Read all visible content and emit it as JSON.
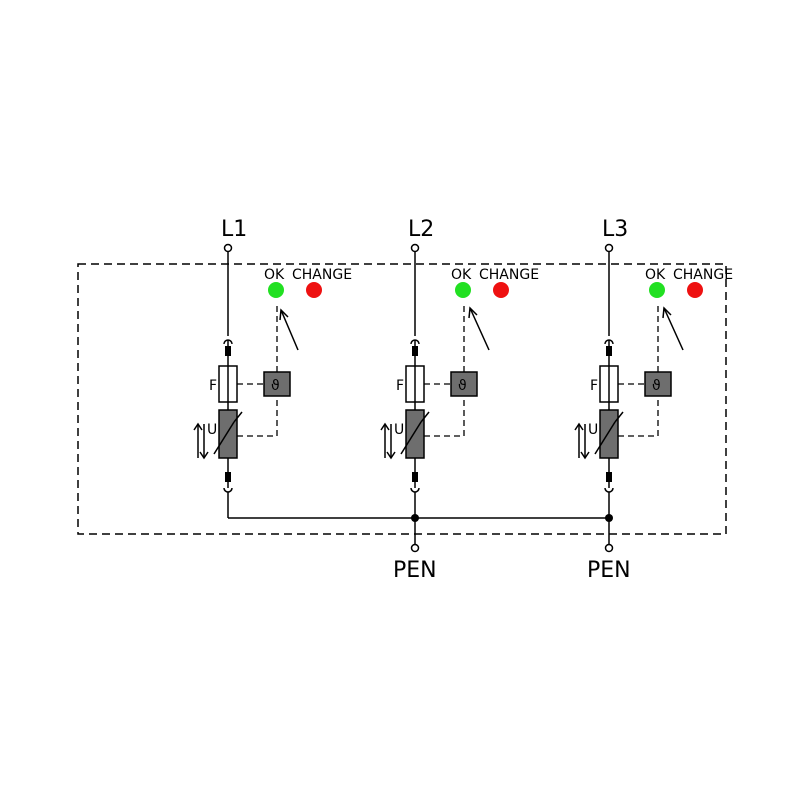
{
  "diagram": {
    "phases": [
      {
        "terminal_label": "L1",
        "fuse_label": "F",
        "varistor_label": "U",
        "thermal_symbol": "ϑ",
        "ok_label": "OK",
        "change_label": "CHANGE"
      },
      {
        "terminal_label": "L2",
        "fuse_label": "F",
        "varistor_label": "U",
        "thermal_symbol": "ϑ",
        "ok_label": "OK",
        "change_label": "CHANGE"
      },
      {
        "terminal_label": "L3",
        "fuse_label": "F",
        "varistor_label": "U",
        "thermal_symbol": "ϑ",
        "ok_label": "OK",
        "change_label": "CHANGE"
      }
    ],
    "pen_terminals": [
      {
        "label": "PEN"
      },
      {
        "label": "PEN"
      }
    ],
    "colors": {
      "ok_indicator": "#22e022",
      "change_indicator": "#ee1111",
      "component_fill": "#6e6e6e"
    }
  }
}
